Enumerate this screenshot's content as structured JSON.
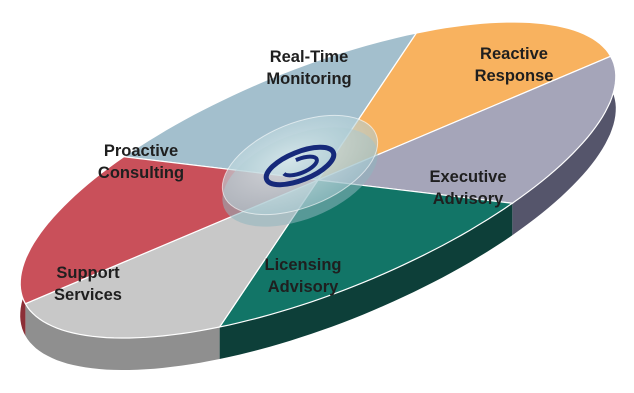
{
  "segments": [
    {
      "id": "real-time-monitoring",
      "lines": [
        "Real-Time",
        "Monitoring"
      ],
      "color": "#a3bfcd",
      "side": "#7f98a6"
    },
    {
      "id": "reactive-response",
      "lines": [
        "Reactive",
        "Response"
      ],
      "color": "#f8b25f",
      "side": "#c98535"
    },
    {
      "id": "executive-advisory",
      "lines": [
        "Executive",
        "Advisory"
      ],
      "color": "#a5a5b9",
      "side": "#55556b"
    },
    {
      "id": "licensing-advisory",
      "lines": [
        "Licensing",
        "Advisory"
      ],
      "color": "#127567",
      "side": "#0d3f39"
    },
    {
      "id": "support-services",
      "lines": [
        "Support",
        "Services"
      ],
      "color": "#c8c8c8",
      "side": "#8f8f8f"
    },
    {
      "id": "proactive-consulting",
      "lines": [
        "Proactive",
        "Consulting"
      ],
      "color": "#c9505a",
      "side": "#8c2f37"
    }
  ],
  "colors": {
    "label_text": "#1f1f1f",
    "hub_fill": "#b7d6dd",
    "logo_blue": "#16297a"
  },
  "icons": {
    "center_logo": "swirl-logo-icon"
  }
}
